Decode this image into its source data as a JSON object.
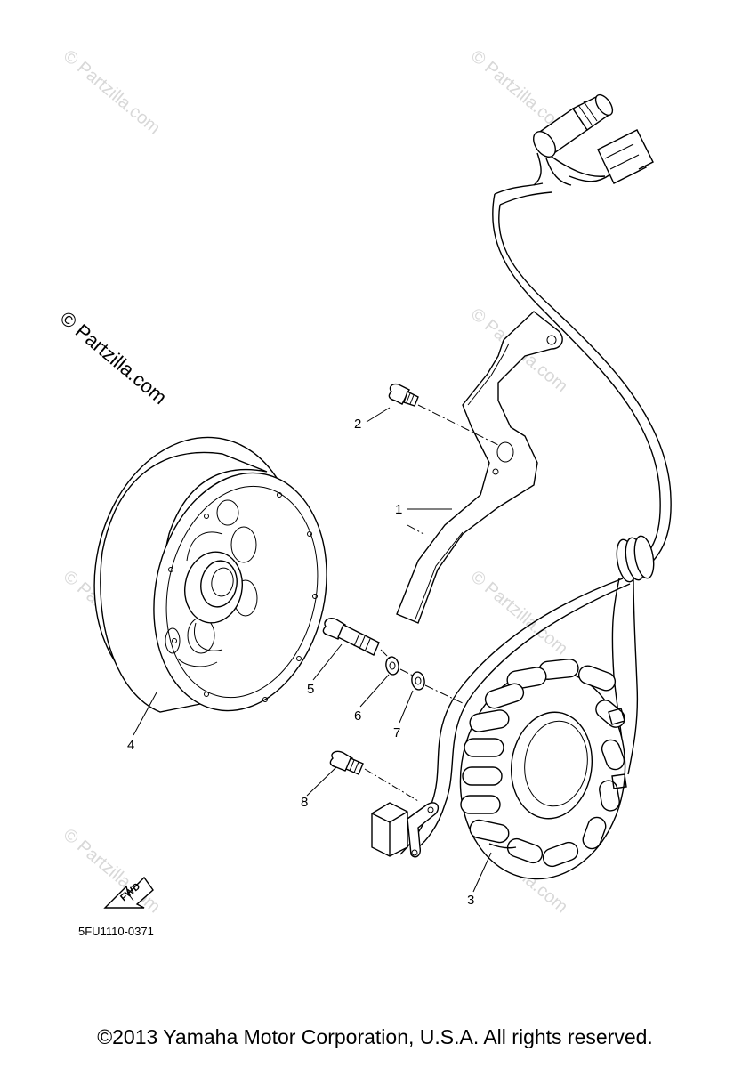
{
  "watermark": {
    "main": "© Partzilla.com",
    "faint": "© Partzilla.com"
  },
  "callouts": [
    "1",
    "2",
    "3",
    "4",
    "5",
    "6",
    "7",
    "8"
  ],
  "fwd_label": "FWD",
  "diagram_code": "5FU1110-0371",
  "copyright": "©2013 Yamaha Motor Corporation, U.S.A. All rights reserved."
}
